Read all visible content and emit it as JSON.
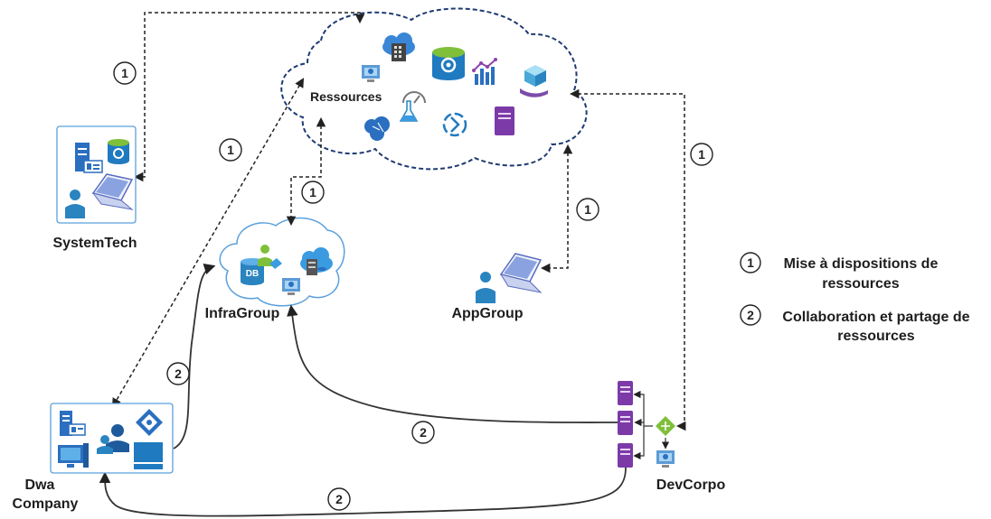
{
  "diagram": {
    "cloud_resources_label": "Ressources",
    "nodes": {
      "systemtech": "SystemTech",
      "infragroup": "InfraGroup",
      "appgroup": "AppGroup",
      "dwa_line1": "Dwa",
      "dwa_line2": "Company",
      "devcorpo": "DevCorpo"
    },
    "badges": {
      "one": "1",
      "two": "2"
    },
    "legend": [
      {
        "number": "1",
        "line1": "Mise à dispositions de",
        "line2": "ressources"
      },
      {
        "number": "2",
        "line1": "Collaboration et partage de",
        "line2": "ressources"
      }
    ],
    "db_icon_text": "DB"
  }
}
